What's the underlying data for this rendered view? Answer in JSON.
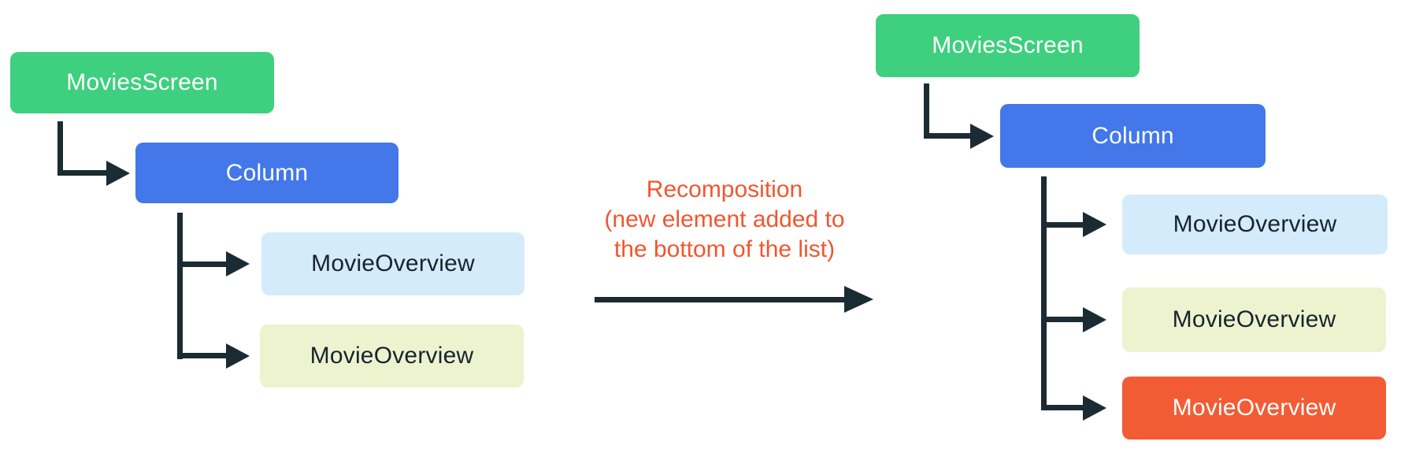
{
  "colors": {
    "green": "#3ED07E",
    "blue": "#4377EA",
    "light_blue": "#D4EBFB",
    "light_green": "#EEF3CF",
    "orange": "#F25C35",
    "white": "#FFFFFF",
    "dark_text": "#17242E",
    "connector": "#1A2B33"
  },
  "annotation": {
    "color": "#F0572F",
    "text_lines": [
      "Recomposition",
      "(new element added to",
      "the bottom of the list)"
    ]
  },
  "trees": {
    "before": {
      "nodes": [
        {
          "label": "MoviesScreen",
          "fill": "#3ED07E",
          "text_color": "#FFFFFF"
        },
        {
          "label": "Column",
          "fill": "#4377EA",
          "text_color": "#FFFFFF"
        },
        {
          "label": "MovieOverview",
          "fill": "#D4EBFB",
          "text_color": "#17242E"
        },
        {
          "label": "MovieOverview",
          "fill": "#EEF3CF",
          "text_color": "#17242E"
        }
      ]
    },
    "after": {
      "nodes": [
        {
          "label": "MoviesScreen",
          "fill": "#3ED07E",
          "text_color": "#FFFFFF"
        },
        {
          "label": "Column",
          "fill": "#4377EA",
          "text_color": "#FFFFFF"
        },
        {
          "label": "MovieOverview",
          "fill": "#D4EBFB",
          "text_color": "#17242E"
        },
        {
          "label": "MovieOverview",
          "fill": "#EEF3CF",
          "text_color": "#17242E"
        },
        {
          "label": "MovieOverview",
          "fill": "#F25C35",
          "text_color": "#FFFFFF"
        }
      ]
    }
  }
}
